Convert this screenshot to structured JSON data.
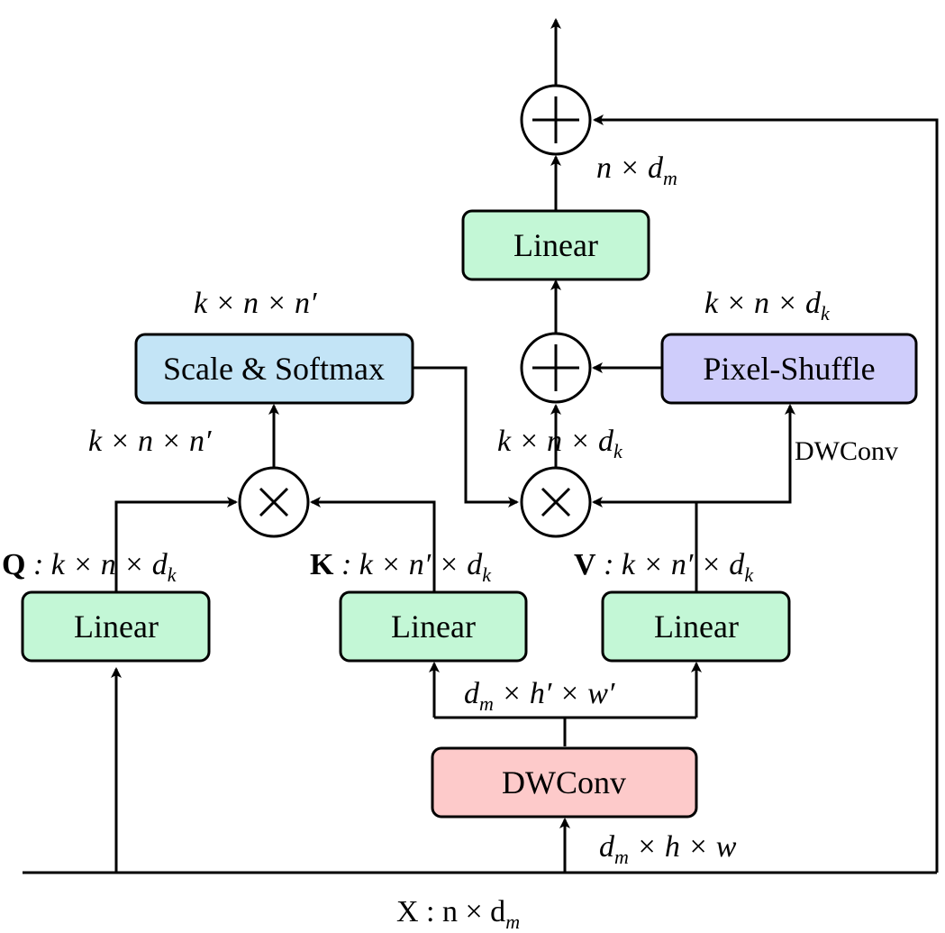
{
  "boxes": {
    "linear_top": "Linear",
    "scale_softmax": "Scale & Softmax",
    "pixel_shuffle": "Pixel-Shuffle",
    "linear_q": "Linear",
    "linear_k": "Linear",
    "linear_v": "Linear",
    "dwconv": "DWConv"
  },
  "labels": {
    "top_dim": "n × d",
    "top_dim_sub": "m",
    "attn_dim_top": "k × n × n′",
    "attn_dim_mid": "k × n × n′",
    "ps_dim": "k × n × d",
    "ps_dim_sub": "k",
    "mid_dim": "k × n × d",
    "mid_dim_sub": "k",
    "dwconv_side": "DWConv",
    "q_name": "Q",
    "q_dim": " : k × n × d",
    "q_dim_sub": "k",
    "k_name": "K",
    "k_dim": " : k × n′ × d",
    "k_dim_sub": "k",
    "v_name": "V",
    "v_dim": " : k × n′ × d",
    "v_dim_sub": "k",
    "hw_prime": "d",
    "hw_prime_sub": "m",
    "hw_prime_rest": " × h′ × w′",
    "hw": "d",
    "hw_sub": "m",
    "hw_rest": " × h × w",
    "x_label": "X :  n × d",
    "x_label_sub": "m"
  },
  "colors": {
    "linear": "#c3f7d6",
    "softmax": "#c3e4f6",
    "pixel_shuffle": "#cfcdfb",
    "dwconv": "#fdcaca"
  },
  "operators": {
    "plus": "+",
    "times": "×"
  }
}
